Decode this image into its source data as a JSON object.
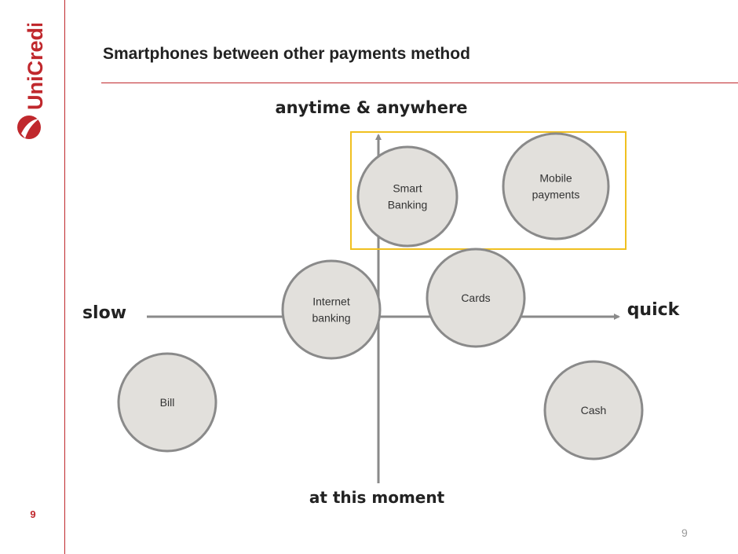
{
  "header": {
    "logo_text": "UniCredit",
    "title": "Smartphones between other payments method"
  },
  "sidebar": {
    "page_number": "9"
  },
  "footer": {
    "page_number": "9"
  },
  "diagram": {
    "axes": {
      "top": "anytime & anywhere",
      "bottom": "at this moment",
      "left": "slow",
      "right": "quick"
    },
    "bubbles": [
      {
        "id": "smart-banking",
        "lines": [
          "Smart",
          "Banking"
        ],
        "highlighted": true
      },
      {
        "id": "mobile-payments",
        "lines": [
          "Mobile",
          "payments"
        ],
        "highlighted": true
      },
      {
        "id": "cards",
        "lines": [
          "Cards"
        ],
        "highlighted": false
      },
      {
        "id": "internet-banking",
        "lines": [
          "Internet",
          "banking"
        ],
        "highlighted": false
      },
      {
        "id": "bill",
        "lines": [
          "Bill"
        ],
        "highlighted": false
      },
      {
        "id": "cash",
        "lines": [
          "Cash"
        ],
        "highlighted": false
      }
    ],
    "colors": {
      "accent": "#c0282d",
      "bubble_fill": "#e2e0dc",
      "bubble_stroke": "#8a8a8a",
      "axis": "#8a8a8a",
      "highlight_box": "#f0c020"
    }
  }
}
